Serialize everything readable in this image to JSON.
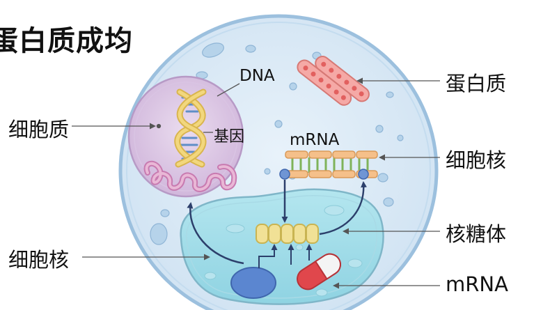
{
  "title": "蛋白质成均",
  "labels": {
    "left_top": "细胞质",
    "left_bottom": "细胞核",
    "right_1": "蛋白质",
    "right_2": "细胞核",
    "right_3": "核糖体",
    "right_4": "mRNA"
  },
  "inner_labels": {
    "dna": "DNA",
    "gene": "基因",
    "mrna": "mRNA"
  },
  "colors": {
    "cytoplasm": "#dbe9f5",
    "cell_border": "#9cc0de",
    "nucleus_purple": "#d8c3e0",
    "nucleus_blue": "#9fdbe8",
    "dna_gold": "#f2d77e",
    "dna_rungs": "#5f8ec7",
    "mitochondria": "#f5a9a6",
    "ribosome": "#f1e196",
    "arrow": "#2c3f6b"
  }
}
